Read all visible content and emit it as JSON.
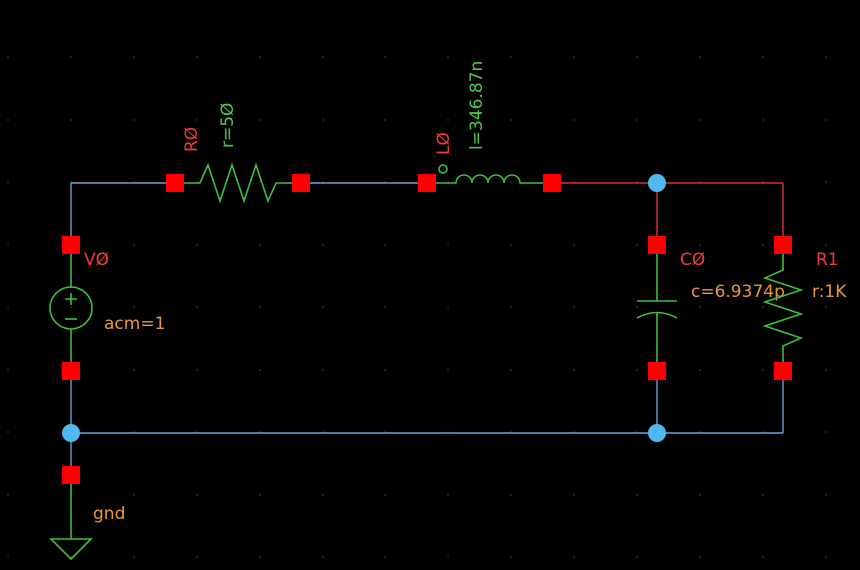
{
  "components": {
    "R0": {
      "instance": "RØ",
      "param": "r=5Ø"
    },
    "L0": {
      "instance": "LØ",
      "param": "l=346.87n"
    },
    "V0": {
      "instance": "VØ",
      "param": "acm=1"
    },
    "C0": {
      "instance": "CØ",
      "param": "c=6.9374p"
    },
    "R1": {
      "instance": "R1",
      "param": "r:1K"
    },
    "GND": {
      "label": "gnd"
    }
  },
  "colors": {
    "background": "#000000",
    "wire": "#6a9fd8",
    "selected_wire": "#e03030",
    "pin": "#ff0000",
    "symbol": "#3fbf3f",
    "instance_label": "#f23a3a",
    "param_label": "#e89a3a",
    "node": "#4fb8f0"
  }
}
